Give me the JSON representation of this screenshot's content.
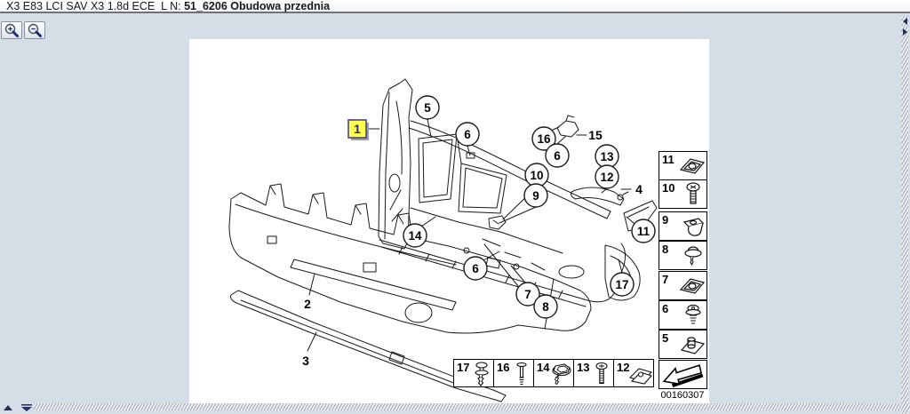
{
  "window": {
    "title_prefix": "X3 E83 LCI SAV X3 1.8d ECE  L N: ",
    "title_bold": "51_6206 Obudowa przednia"
  },
  "toolbar": {
    "buttons": [
      {
        "icon": "zoom-in-icon"
      },
      {
        "icon": "zoom-out-icon"
      }
    ]
  },
  "diagram": {
    "drawing_number": "00160307",
    "callouts": [
      {
        "label": "5"
      },
      {
        "label": "6"
      },
      {
        "label": "16"
      },
      {
        "label": "6"
      },
      {
        "label": "13"
      },
      {
        "label": "12"
      },
      {
        "label": "10"
      },
      {
        "label": "9"
      },
      {
        "label": "14"
      },
      {
        "label": "11"
      },
      {
        "label": "6"
      },
      {
        "label": "7"
      },
      {
        "label": "8"
      },
      {
        "label": "17"
      }
    ],
    "plain_labels": {
      "highlighted": "1",
      "label_2": "2",
      "label_3": "3",
      "label_4": "4",
      "label_15": "15"
    }
  },
  "legend": {
    "right_column": [
      {
        "number": "11",
        "icon": "speed-nut-icon"
      },
      {
        "number": "10",
        "icon": "round-head-screw-icon"
      },
      {
        "number": "9",
        "icon": "expanding-grommet-icon"
      },
      {
        "number": "8",
        "icon": "washer-screw-icon"
      },
      {
        "number": "7",
        "icon": "speed-nut-icon"
      },
      {
        "number": "6",
        "icon": "washer-screw-coil-icon"
      },
      {
        "number": "5",
        "icon": "clip-nut-cylinder-icon"
      },
      {
        "number": "",
        "icon": "direction-of-travel-arrow-icon"
      }
    ],
    "bottom_row": [
      {
        "number": "17",
        "icon": "expansion-rivet-icon"
      },
      {
        "number": "16",
        "icon": "blind-rivet-icon"
      },
      {
        "number": "14",
        "icon": "hex-flange-screw-icon"
      },
      {
        "number": "13",
        "icon": "pan-head-screw-icon"
      },
      {
        "number": "12",
        "icon": "clip-nut-icon"
      }
    ]
  },
  "colors": {
    "background": "#d5dde6",
    "canvas": "#ffffff",
    "highlight_fill": "#ffff4f",
    "highlight_border": "#3c3c78",
    "line": "#1a1a1a"
  }
}
